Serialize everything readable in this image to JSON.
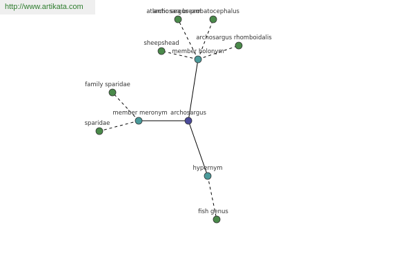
{
  "watermark": "http://www.artikata.com",
  "colors": {
    "center": "#4a4a9a",
    "relation": "#4a9a9a",
    "leaf": "#4a8a4a",
    "edge": "#000000"
  },
  "graph": {
    "center": {
      "id": "archosargus",
      "label": "archosargus"
    },
    "relations": [
      {
        "id": "member-holonym",
        "label": "member holonym",
        "leaves": [
          {
            "id": "atlantic-sea-bream",
            "label": "atlantic sea bream"
          },
          {
            "id": "archosargus-probatocephalus",
            "label": "archosargus probatocephalus"
          },
          {
            "id": "sheepshead",
            "label": "sheepshead"
          },
          {
            "id": "archosargus-rhomboidalis",
            "label": "archosargus rhomboidalis"
          }
        ]
      },
      {
        "id": "member-meronym",
        "label": "member meronym",
        "leaves": [
          {
            "id": "family-sparidae",
            "label": "family sparidae"
          },
          {
            "id": "sparidae",
            "label": "sparidae"
          }
        ]
      },
      {
        "id": "hypernym",
        "label": "hypernym",
        "leaves": [
          {
            "id": "fish-genus",
            "label": "fish genus"
          }
        ]
      }
    ]
  }
}
